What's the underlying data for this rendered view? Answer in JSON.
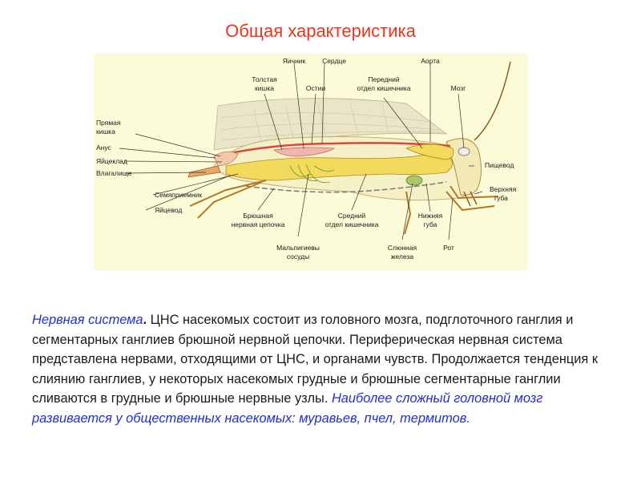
{
  "slide": {
    "title": "Общая характеристика"
  },
  "figure": {
    "labels": {
      "ovary": "Яичник",
      "heart": "Сердце",
      "aorta": "Аорта",
      "large_intestine_1": "Толстая",
      "large_intestine_2": "кишка",
      "ostia": "Остии",
      "foregut_1": "Передний",
      "foregut_2": "отдел кишечника",
      "brain": "Мозг",
      "rectum_1": "Прямая",
      "rectum_2": "кишка",
      "anus": "Анус",
      "ovipositor": "Яйцеклад",
      "vagina": "Влагалище",
      "spermatheca": "Семяприемник",
      "oviduct": "Яйцевод",
      "nerve_cord_1": "Брюшная",
      "nerve_cord_2": "нервная цепочка",
      "midgut_1": "Средний",
      "midgut_2": "отдел кишечника",
      "lower_lip_1": "Нижняя",
      "lower_lip_2": "губа",
      "esophagus": "Пищевод",
      "upper_lip_1": "Верхняя",
      "upper_lip_2": "губа",
      "malpighian_1": "Мальпигиевы",
      "malpighian_2": "сосуды",
      "salivary_1": "Слюнная",
      "salivary_2": "железа",
      "mouth": "Рот"
    }
  },
  "body_text": {
    "term": "Нервная система",
    "term_dot": ".",
    "main": " ЦНС насекомых состоит из головного мозга, подглоточного ганглия и сегментарных ганглиев брюшной нервной цепочки. Периферическая нервная система представлена нервами, отходящими от ЦНС, и органами чувств. Продолжается тенденция к слиянию ганглиев, у некоторых насекомых грудные и брюшные сегментарные ганглии сливаются в грудные и брюшные нервные узлы. ",
    "highlight": "Наиболее сложный головной мозг развивается у общественных насекомых: муравьев, пчел, термитов",
    "end": "."
  },
  "colors": {
    "title": "#e8361b",
    "highlight": "#1f2fd0",
    "figure_bg": "#fbfbd7"
  }
}
